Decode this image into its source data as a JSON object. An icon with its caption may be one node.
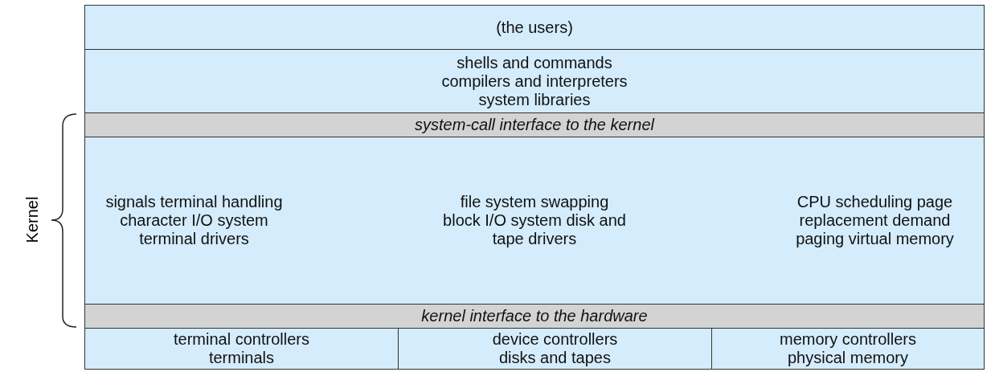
{
  "diagram": {
    "nodes": [
      {
        "text": [
          "(the users)"
        ]
      },
      {
        "text": [
          "shells and commands",
          "compilers and interpreters",
          "system libraries"
        ]
      },
      {
        "text": [
          "system-call interface to the kernel"
        ]
      },
      {
        "text": [
          "signals terminal handling character I/O system terminal drivers",
          "file system swapping block I/O system disk and tape drivers",
          "CPU scheduling page replacement demand paging virtual memory"
        ]
      },
      {
        "text": [
          "kernel interface to the hardware"
        ]
      },
      {
        "text": [
          "terminal controllers",
          "terminals"
        ]
      },
      {
        "text": [
          "device controllers",
          "disks and tapes"
        ]
      },
      {
        "text": [
          "memory controllers",
          "physical memory"
        ]
      }
    ],
    "edges": [],
    "labels": [
      "Kernel"
    ]
  }
}
